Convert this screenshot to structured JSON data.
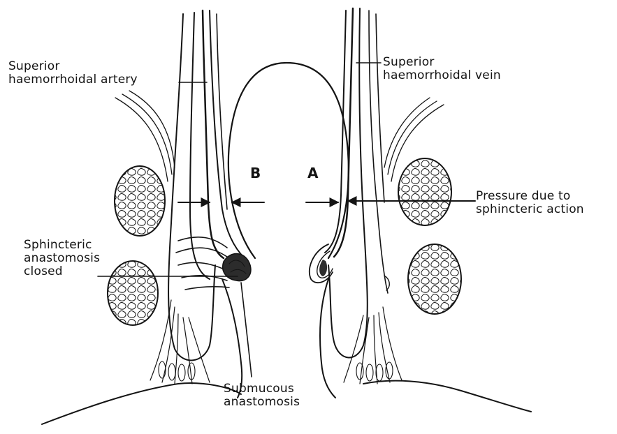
{
  "labels": {
    "superior_artery": [
      "Superior",
      "haemorrhoidal artery"
    ],
    "superior_vein": [
      "Superior",
      "haemorrhoidal vein"
    ],
    "pressure": [
      "Pressure due to",
      "sphincteric action"
    ],
    "sphincteric": [
      "Sphincteric",
      "anastomosis",
      "closed"
    ],
    "submucous": [
      "Submucous",
      "anastomosis"
    ],
    "letter_b": "B",
    "letter_a": "A"
  },
  "colors": {
    "ink": "#141414",
    "background": "#ffffff"
  }
}
